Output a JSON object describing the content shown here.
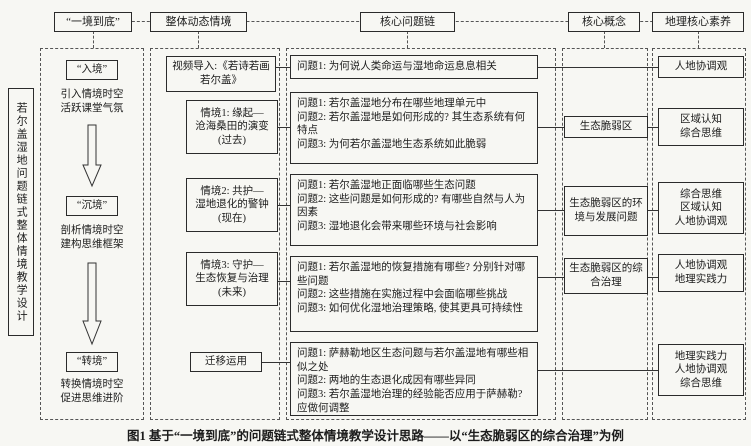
{
  "headers": [
    "“一境到底”",
    "整体动态情境",
    "核心问题链",
    "核心概念",
    "地理核心素养"
  ],
  "left_title": "若尔盖湿地问题链式整体情境教学设计",
  "stages": [
    {
      "label": "“入境”",
      "desc": "引入情境时空\n活跃课堂气氛"
    },
    {
      "label": "“沉境”",
      "desc": "剖析情境时空\n建构思维框架"
    },
    {
      "label": "“转境”",
      "desc": "转换情境时空\n促进思维进阶"
    }
  ],
  "contexts": {
    "video": "视频导入:《若诗若画若尔盖》",
    "items": [
      "情境1: 缘起—\n沧海桑田的演变\n(过去)",
      "情境2: 共护—\n湿地退化的警钟\n(现在)",
      "情境3: 守护—\n生态恢复与治理\n(未来)"
    ],
    "transfer": "迁移运用"
  },
  "problems": [
    "问题1: 为何说人类命运与湿地命运息息相关",
    "问题1: 若尔盖湿地分布在哪些地理单元中\n问题2: 若尔盖湿地是如何形成的? 其生态系统有何特点\n问题3: 为何若尔盖湿地生态系统如此脆弱",
    "问题1: 若尔盖湿地正面临哪些生态问题\n问题2: 这些问题是如何形成的? 有哪些自然与人为因素\n问题3: 湿地退化会带来哪些环境与社会影响",
    "问题1: 若尔盖湿地的恢复措施有哪些? 分别针对哪些问题\n问题2: 这些措施在实施过程中会面临哪些挑战\n问题3: 如何优化湿地治理策略, 使其更具可持续性",
    "问题1: 萨赫勒地区生态问题与若尔盖湿地有哪些相似之处\n问题2: 两地的生态退化成因有哪些异同\n问题3: 若尔盖湿地治理的经验能否应用于萨赫勒? 应做何调整"
  ],
  "concepts": [
    "生态脆弱区",
    "生态脆弱区的环境与发展问题",
    "生态脆弱区的综合治理"
  ],
  "competencies": [
    "人地协调观",
    "区域认知\n综合思维",
    "综合思维\n区域认知\n人地协调观",
    "人地协调观\n地理实践力",
    "地理实践力\n人地协调观\n综合思维"
  ],
  "caption": "图1  基于“一境到底”的问题链式整体情境教学设计思路——以“生态脆弱区的综合治理”为例"
}
